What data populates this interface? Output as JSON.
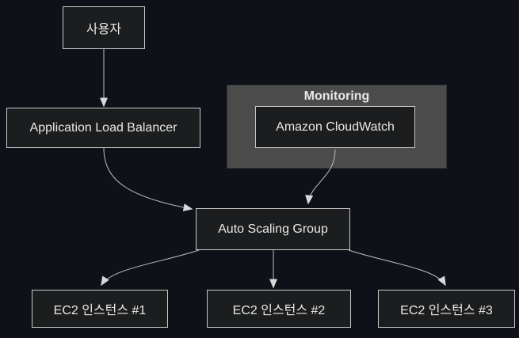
{
  "diagram": {
    "type": "flowchart",
    "direction": "top-down",
    "nodes": [
      {
        "id": "user",
        "label": "사용자"
      },
      {
        "id": "alb",
        "label": "Application Load Balancer"
      },
      {
        "id": "cloudwatch",
        "label": "Amazon CloudWatch"
      },
      {
        "id": "asg",
        "label": "Auto Scaling Group"
      },
      {
        "id": "ec2_1",
        "label": "EC2 인스턴스 #1"
      },
      {
        "id": "ec2_2",
        "label": "EC2 인스턴스 #2"
      },
      {
        "id": "ec2_3",
        "label": "EC2 인스턴스 #3"
      }
    ],
    "cluster": {
      "id": "monitoring",
      "label": "Monitoring",
      "contains": [
        "cloudwatch"
      ]
    },
    "edges": [
      {
        "from": "user",
        "to": "alb"
      },
      {
        "from": "alb",
        "to": "asg"
      },
      {
        "from": "cloudwatch",
        "to": "asg"
      },
      {
        "from": "asg",
        "to": "ec2_1"
      },
      {
        "from": "asg",
        "to": "ec2_2"
      },
      {
        "from": "asg",
        "to": "ec2_3"
      }
    ]
  },
  "colors": {
    "bg": "#0e1118",
    "node-fill": "#1c1d1e",
    "node-border": "#c8c8c8",
    "text": "#e8e8e8",
    "cluster-fill": "#4b4b4b",
    "cluster-border": "#31343b",
    "edge": "#c0c0c0",
    "arrow": "#d8d8d8"
  }
}
